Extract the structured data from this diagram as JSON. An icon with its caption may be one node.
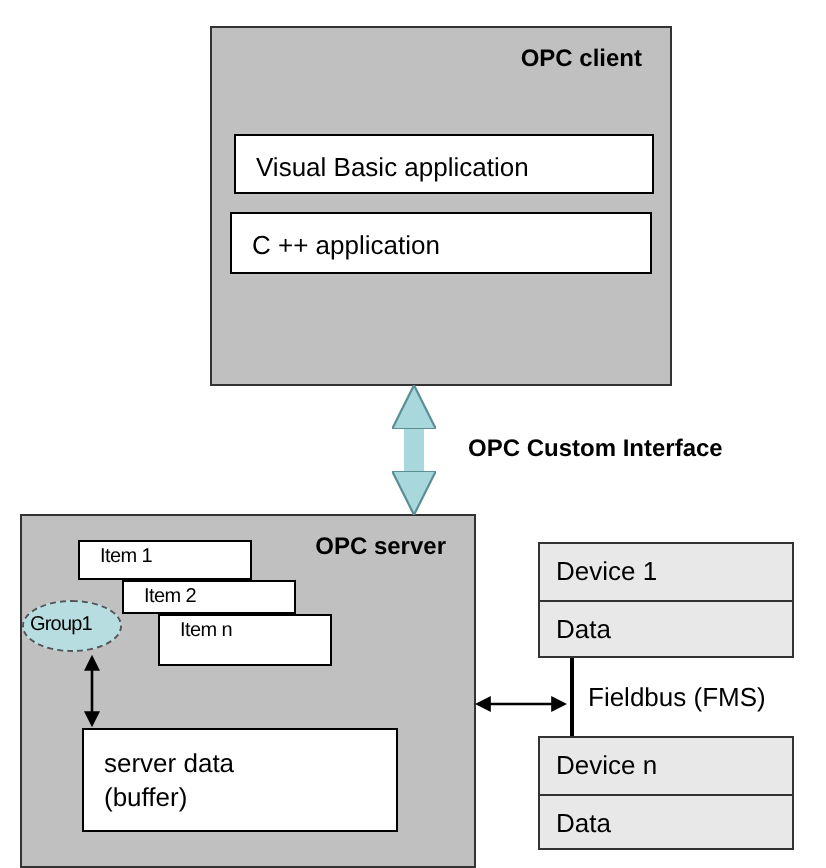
{
  "diagram": {
    "nodes": [
      {
        "text": [
          "OPC client"
        ]
      },
      {
        "text": [
          "Visual Basic application"
        ],
        "in": 0
      },
      {
        "text": [
          "C ++ application"
        ],
        "in": 0
      },
      {
        "text": [
          "OPC server"
        ]
      },
      {
        "text": [
          "Item 1"
        ],
        "in": 3
      },
      {
        "text": [
          "Item 2"
        ],
        "in": 3
      },
      {
        "text": [
          "Item n"
        ],
        "in": 3
      },
      {
        "text": [
          "Group1"
        ],
        "in": 3
      },
      {
        "text": [
          "server data (buffer)"
        ],
        "in": 3
      },
      {
        "text": [
          "Device 1",
          "Data"
        ]
      },
      {
        "text": [
          "Device n",
          "Data"
        ]
      },
      {
        "text": [],
        "shape": "bar",
        "beside": [
          "Fieldbus (FMS)"
        ]
      }
    ],
    "edges": [
      {
        "from": 0,
        "to": 3,
        "arrow": "both",
        "label": "OPC Custom Interface",
        "style": "thick",
        "color": "#a8d8dc"
      },
      {
        "from": 7,
        "to": 8,
        "arrow": "both"
      },
      {
        "from": 3,
        "to": 11,
        "arrow": "both"
      }
    ]
  }
}
